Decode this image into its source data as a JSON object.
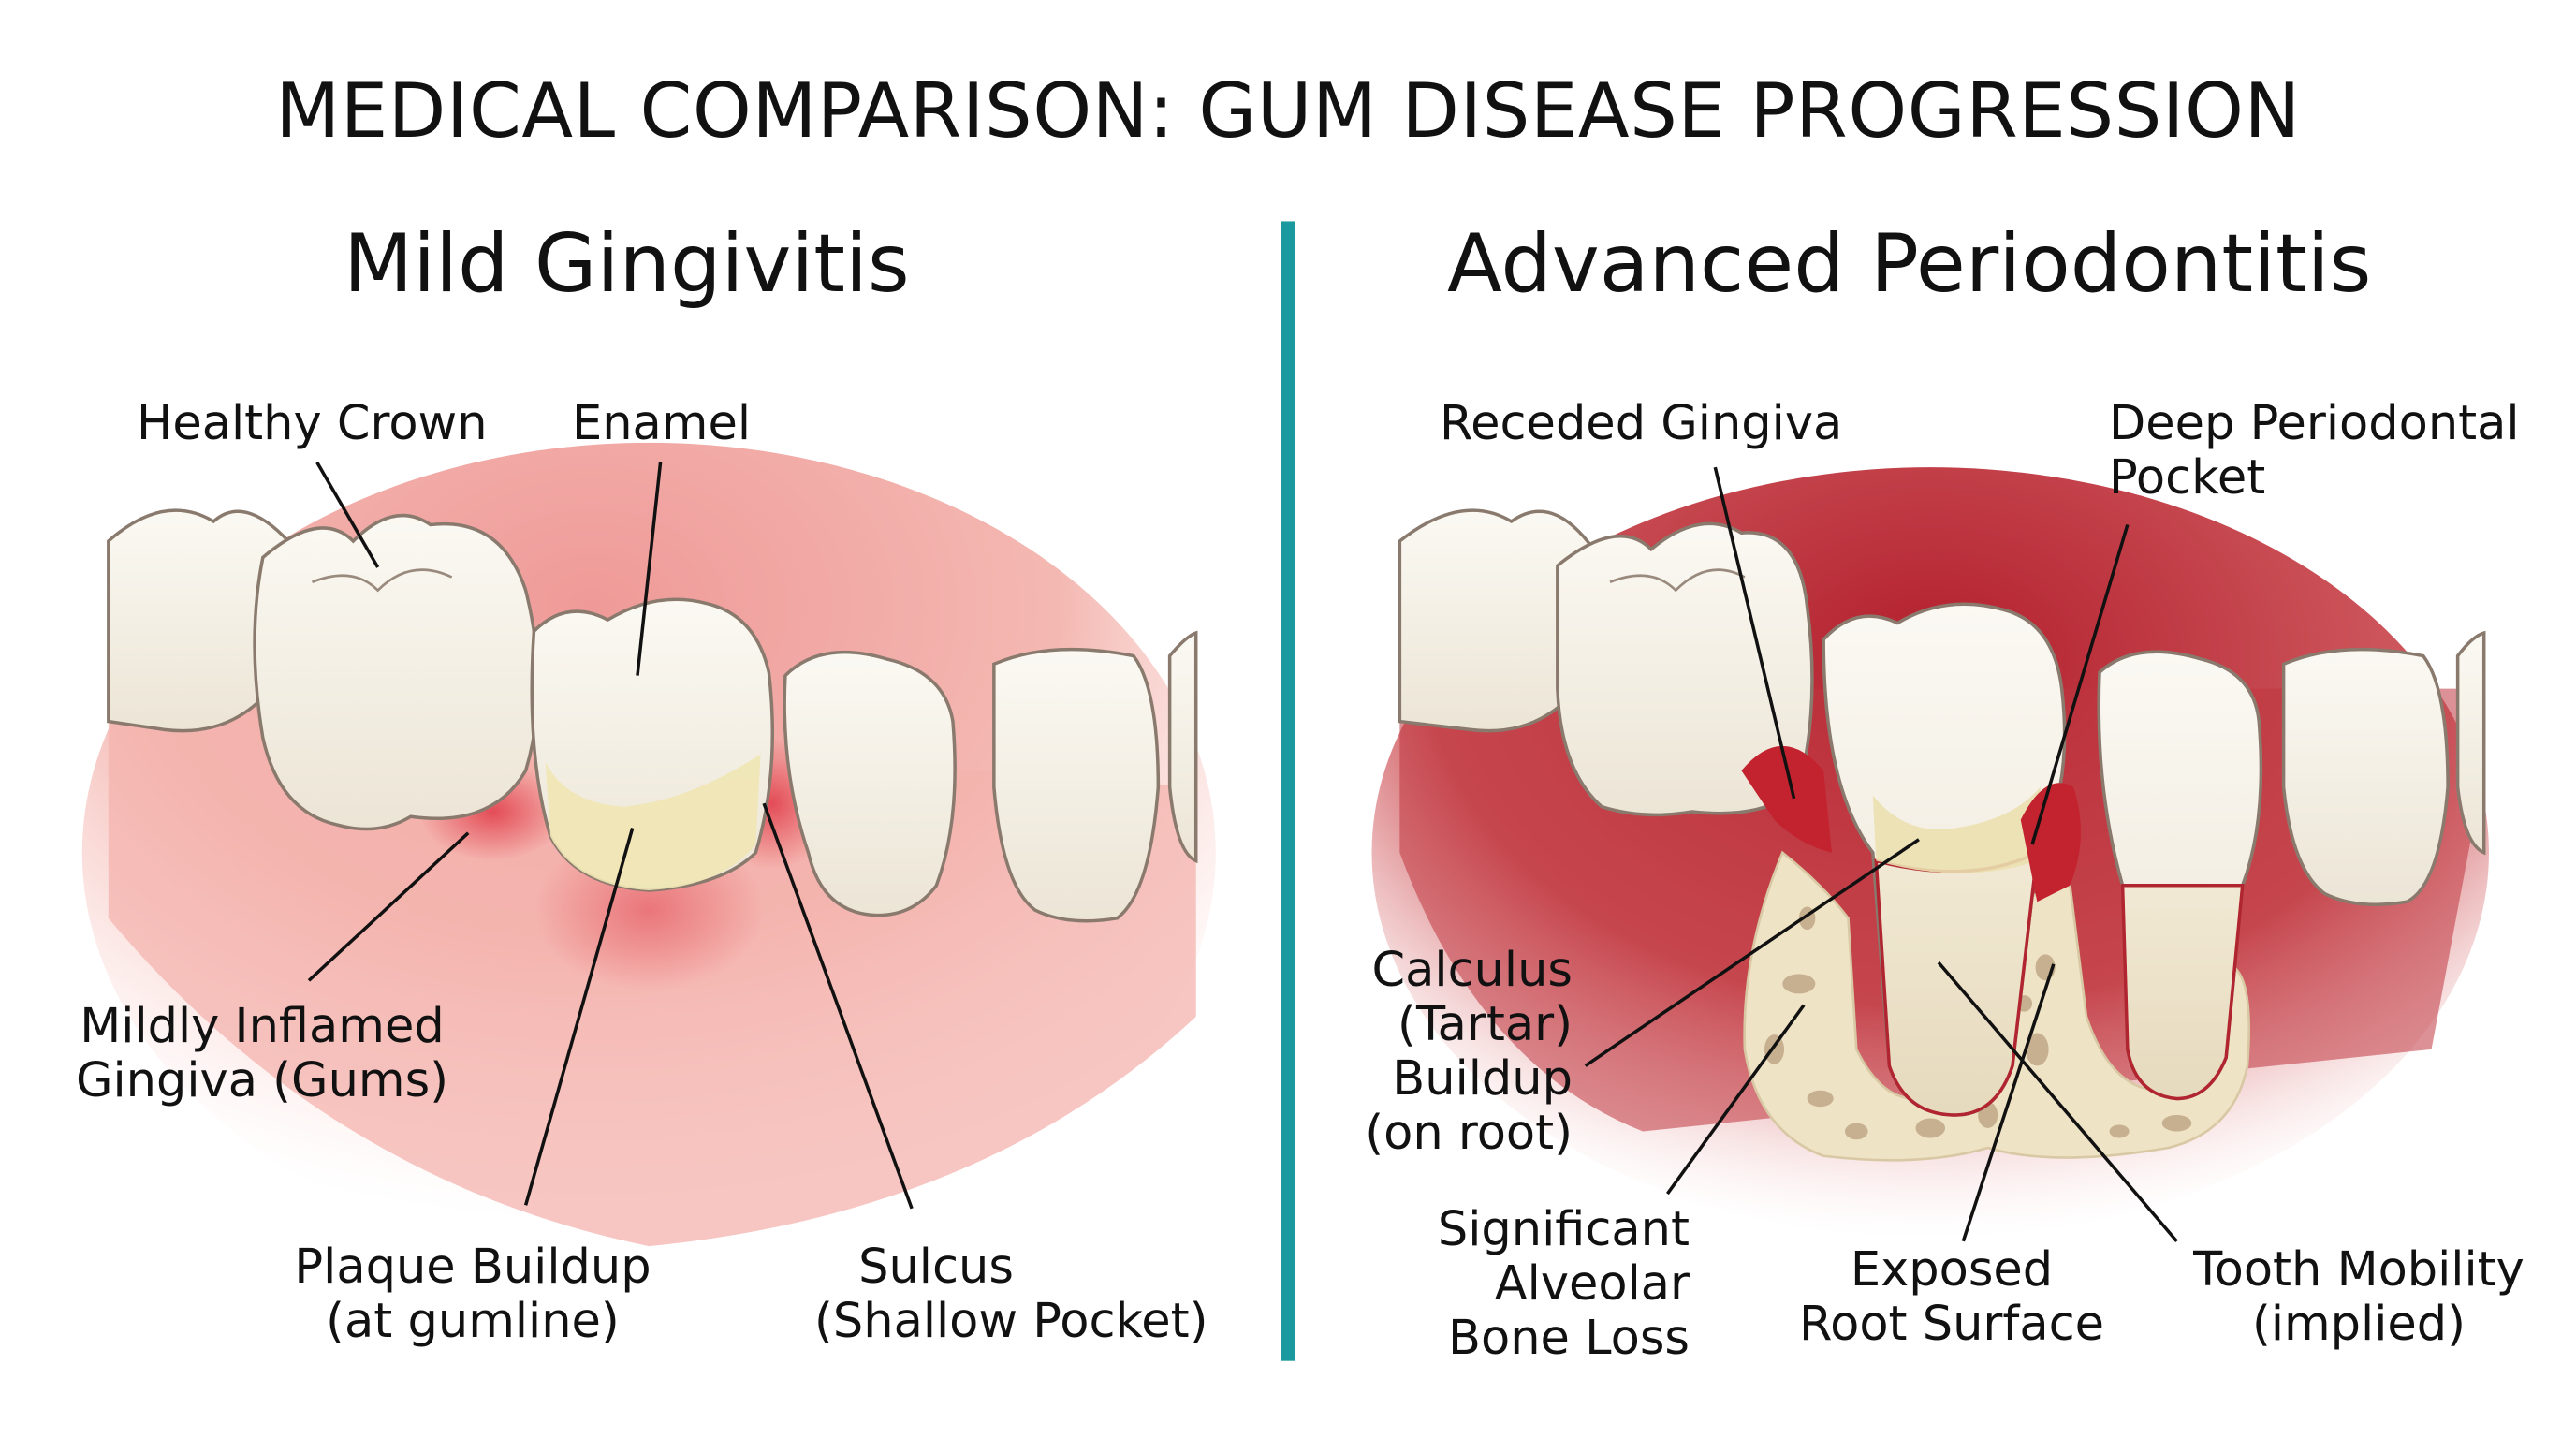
{
  "title": "MEDICAL COMPARISON: GUM DISEASE PROGRESSION",
  "colors": {
    "divider": "#1a9a9e",
    "tooth": "#f5f1e6",
    "tooth_outline": "#8a7a6e",
    "gum_mild": "#f3b4ae",
    "gum_mild_inflamed": "#e8505a",
    "gum_advanced": "#b8232f",
    "plaque": "#eee4b0",
    "bone": "#efe3c6",
    "bone_pores": "#c7b08f",
    "leader_line": "#111111"
  },
  "panels": [
    {
      "id": "mild",
      "title": "Mild Gingivitis",
      "labels": {
        "healthy_crown": "Healthy Crown",
        "enamel": "Enamel",
        "inflamed_l1": "Mildly Inflamed",
        "inflamed_l2": "Gingiva (Gums)",
        "plaque_l1": "Plaque Buildup",
        "plaque_l2": "(at gumline)",
        "sulcus_l1": "Sulcus",
        "sulcus_l2": "(Shallow Pocket)"
      }
    },
    {
      "id": "advanced",
      "title": "Advanced Periodontitis",
      "labels": {
        "receded": "Receded Gingiva",
        "pocket_l1": "Deep Periodontal",
        "pocket_l2": "Pocket",
        "calculus_l1": "Calculus",
        "calculus_l2": "(Tartar)",
        "calculus_l3": "Buildup",
        "calculus_l4": "(on root)",
        "bone_l1": "Significant",
        "bone_l2": "Alveolar",
        "bone_l3": "Bone Loss",
        "root_l1": "Exposed",
        "root_l2": "Root Surface",
        "mobility_l1": "Tooth Mobility",
        "mobility_l2": "(implied)"
      }
    }
  ]
}
